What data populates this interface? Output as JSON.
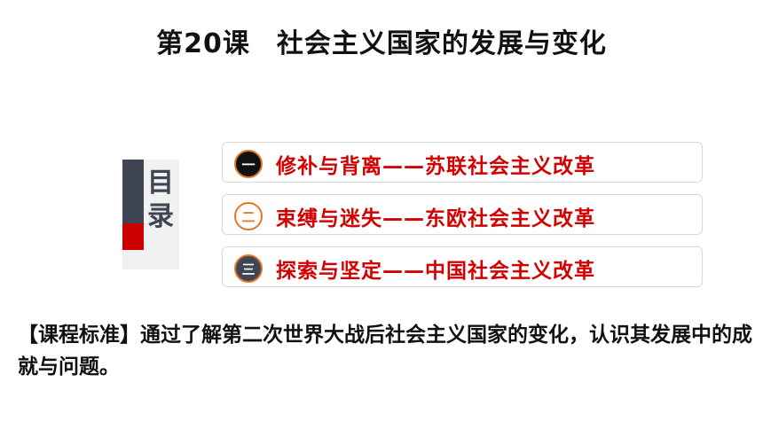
{
  "title": {
    "lesson": "第20课",
    "topic": "社会主义国家的发展与变化"
  },
  "toc": {
    "label": "目录",
    "items": [
      {
        "num": "一",
        "text": "修补与背离——苏联社会主义改革"
      },
      {
        "num": "二",
        "text": "束缚与迷失——东欧社会主义改革"
      },
      {
        "num": "三",
        "text": "探索与坚定——中国社会主义改革"
      }
    ]
  },
  "standard": {
    "label": "【课程标准】",
    "text": "通过了解第二次世界大战后社会主义国家的变化，认识其发展中的成就与问题。"
  },
  "colors": {
    "accent_red": "#d40000",
    "dark": "#3f4553",
    "circle_border": "#e07a20"
  }
}
